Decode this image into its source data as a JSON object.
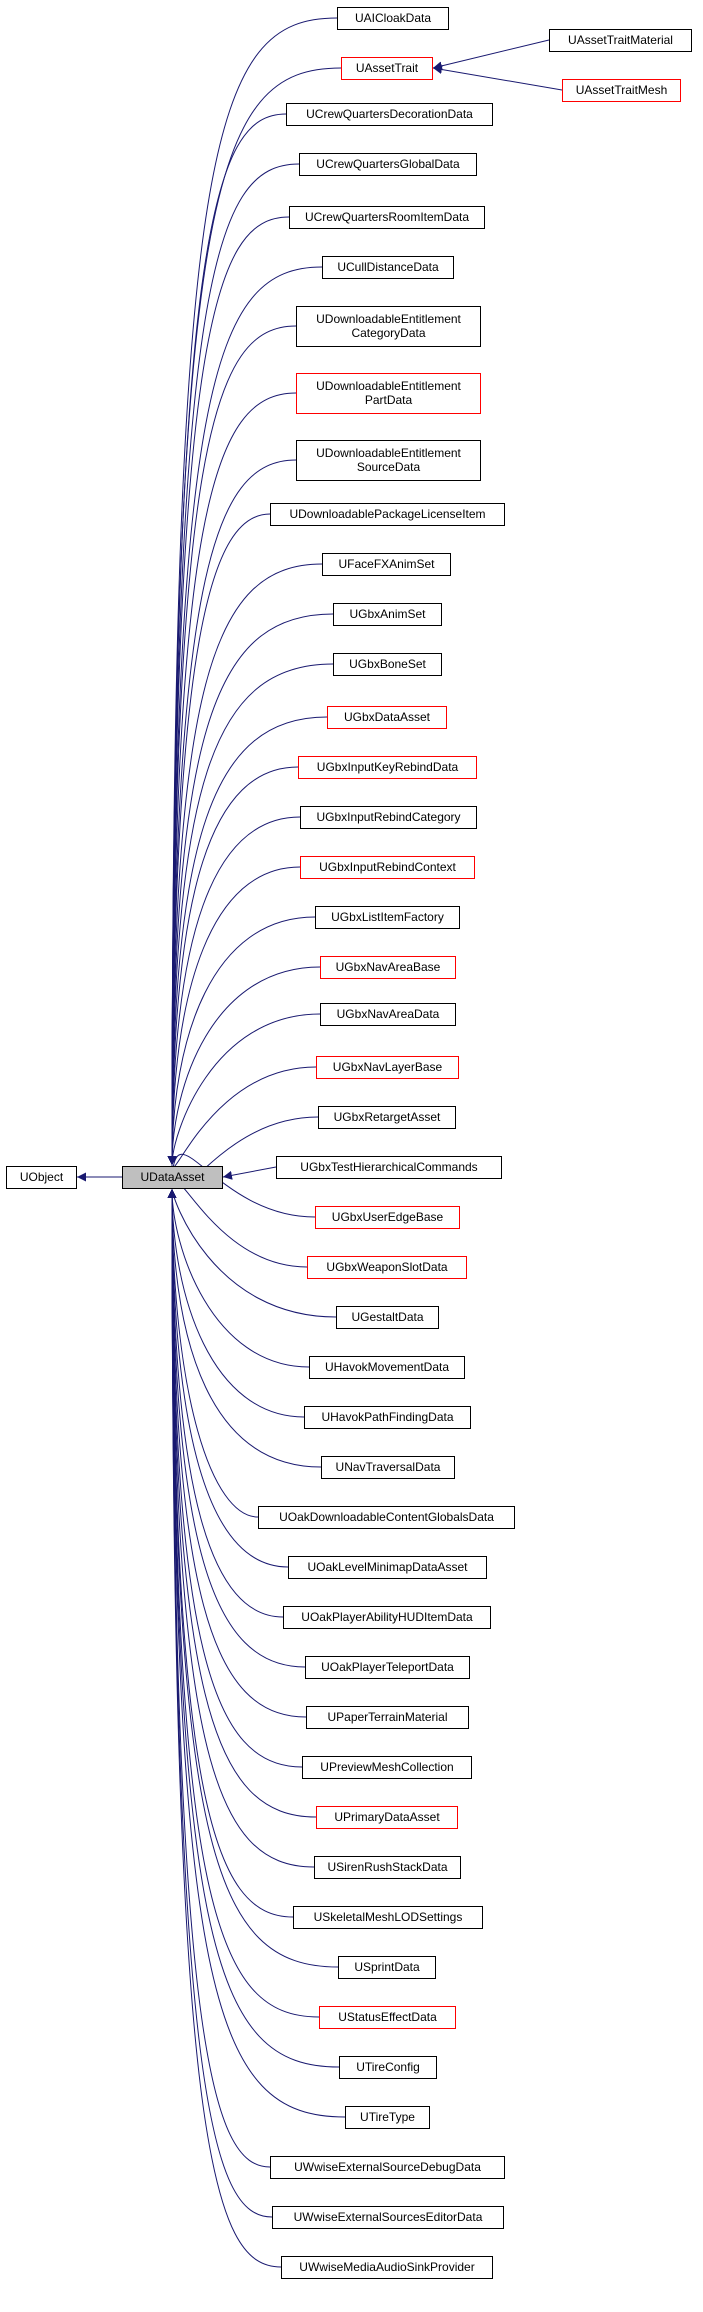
{
  "root": {
    "label": "UObject",
    "clickable": false
  },
  "center": {
    "label": "UDataAsset",
    "clickable": false
  },
  "trait_children": [
    {
      "label": "UAssetTraitMaterial",
      "clickable": false
    },
    {
      "label": "UAssetTraitMesh",
      "clickable": true
    }
  ],
  "children": [
    {
      "label": "UAICloakData",
      "clickable": false
    },
    {
      "label": "UAssetTrait",
      "clickable": true
    },
    {
      "label": "UCrewQuartersDecorationData",
      "clickable": false
    },
    {
      "label": "UCrewQuartersGlobalData",
      "clickable": false
    },
    {
      "label": "UCrewQuartersRoomItemData",
      "clickable": false
    },
    {
      "label": "UCullDistanceData",
      "clickable": false
    },
    {
      "label": "UDownloadableEntitlement\nCategoryData",
      "clickable": false
    },
    {
      "label": "UDownloadableEntitlement\nPartData",
      "clickable": true
    },
    {
      "label": "UDownloadableEntitlement\nSourceData",
      "clickable": false
    },
    {
      "label": "UDownloadablePackageLicenseItem",
      "clickable": false
    },
    {
      "label": "UFaceFXAnimSet",
      "clickable": false
    },
    {
      "label": "UGbxAnimSet",
      "clickable": false
    },
    {
      "label": "UGbxBoneSet",
      "clickable": false
    },
    {
      "label": "UGbxDataAsset",
      "clickable": true
    },
    {
      "label": "UGbxInputKeyRebindData",
      "clickable": true
    },
    {
      "label": "UGbxInputRebindCategory",
      "clickable": false
    },
    {
      "label": "UGbxInputRebindContext",
      "clickable": true
    },
    {
      "label": "UGbxListItemFactory",
      "clickable": false
    },
    {
      "label": "UGbxNavAreaBase",
      "clickable": true
    },
    {
      "label": "UGbxNavAreaData",
      "clickable": false
    },
    {
      "label": "UGbxNavLayerBase",
      "clickable": true
    },
    {
      "label": "UGbxRetargetAsset",
      "clickable": false
    },
    {
      "label": "UGbxTestHierarchicalCommands",
      "clickable": false
    },
    {
      "label": "UGbxUserEdgeBase",
      "clickable": true
    },
    {
      "label": "UGbxWeaponSlotData",
      "clickable": true
    },
    {
      "label": "UGestaltData",
      "clickable": false
    },
    {
      "label": "UHavokMovementData",
      "clickable": false
    },
    {
      "label": "UHavokPathFindingData",
      "clickable": false
    },
    {
      "label": "UNavTraversalData",
      "clickable": false
    },
    {
      "label": "UOakDownloadableContentGlobalsData",
      "clickable": false
    },
    {
      "label": "UOakLevelMinimapDataAsset",
      "clickable": false
    },
    {
      "label": "UOakPlayerAbilityHUDItemData",
      "clickable": false
    },
    {
      "label": "UOakPlayerTeleportData",
      "clickable": false
    },
    {
      "label": "UPaperTerrainMaterial",
      "clickable": false
    },
    {
      "label": "UPreviewMeshCollection",
      "clickable": false
    },
    {
      "label": "UPrimaryDataAsset",
      "clickable": true
    },
    {
      "label": "USirenRushStackData",
      "clickable": false
    },
    {
      "label": "USkeletalMeshLODSettings",
      "clickable": false
    },
    {
      "label": "USprintData",
      "clickable": false
    },
    {
      "label": "UStatusEffectData",
      "clickable": true
    },
    {
      "label": "UTireConfig",
      "clickable": false
    },
    {
      "label": "UTireType",
      "clickable": false
    },
    {
      "label": "UWwiseExternalSourceDebugData",
      "clickable": false
    },
    {
      "label": "UWwiseExternalSourcesEditorData",
      "clickable": false
    },
    {
      "label": "UWwiseMediaAudioSinkProvider",
      "clickable": false
    }
  ],
  "colors": {
    "link_border": "#ff0000",
    "plain_border": "#000000",
    "center_fill": "#bfbfbf",
    "edge": "#191970"
  }
}
